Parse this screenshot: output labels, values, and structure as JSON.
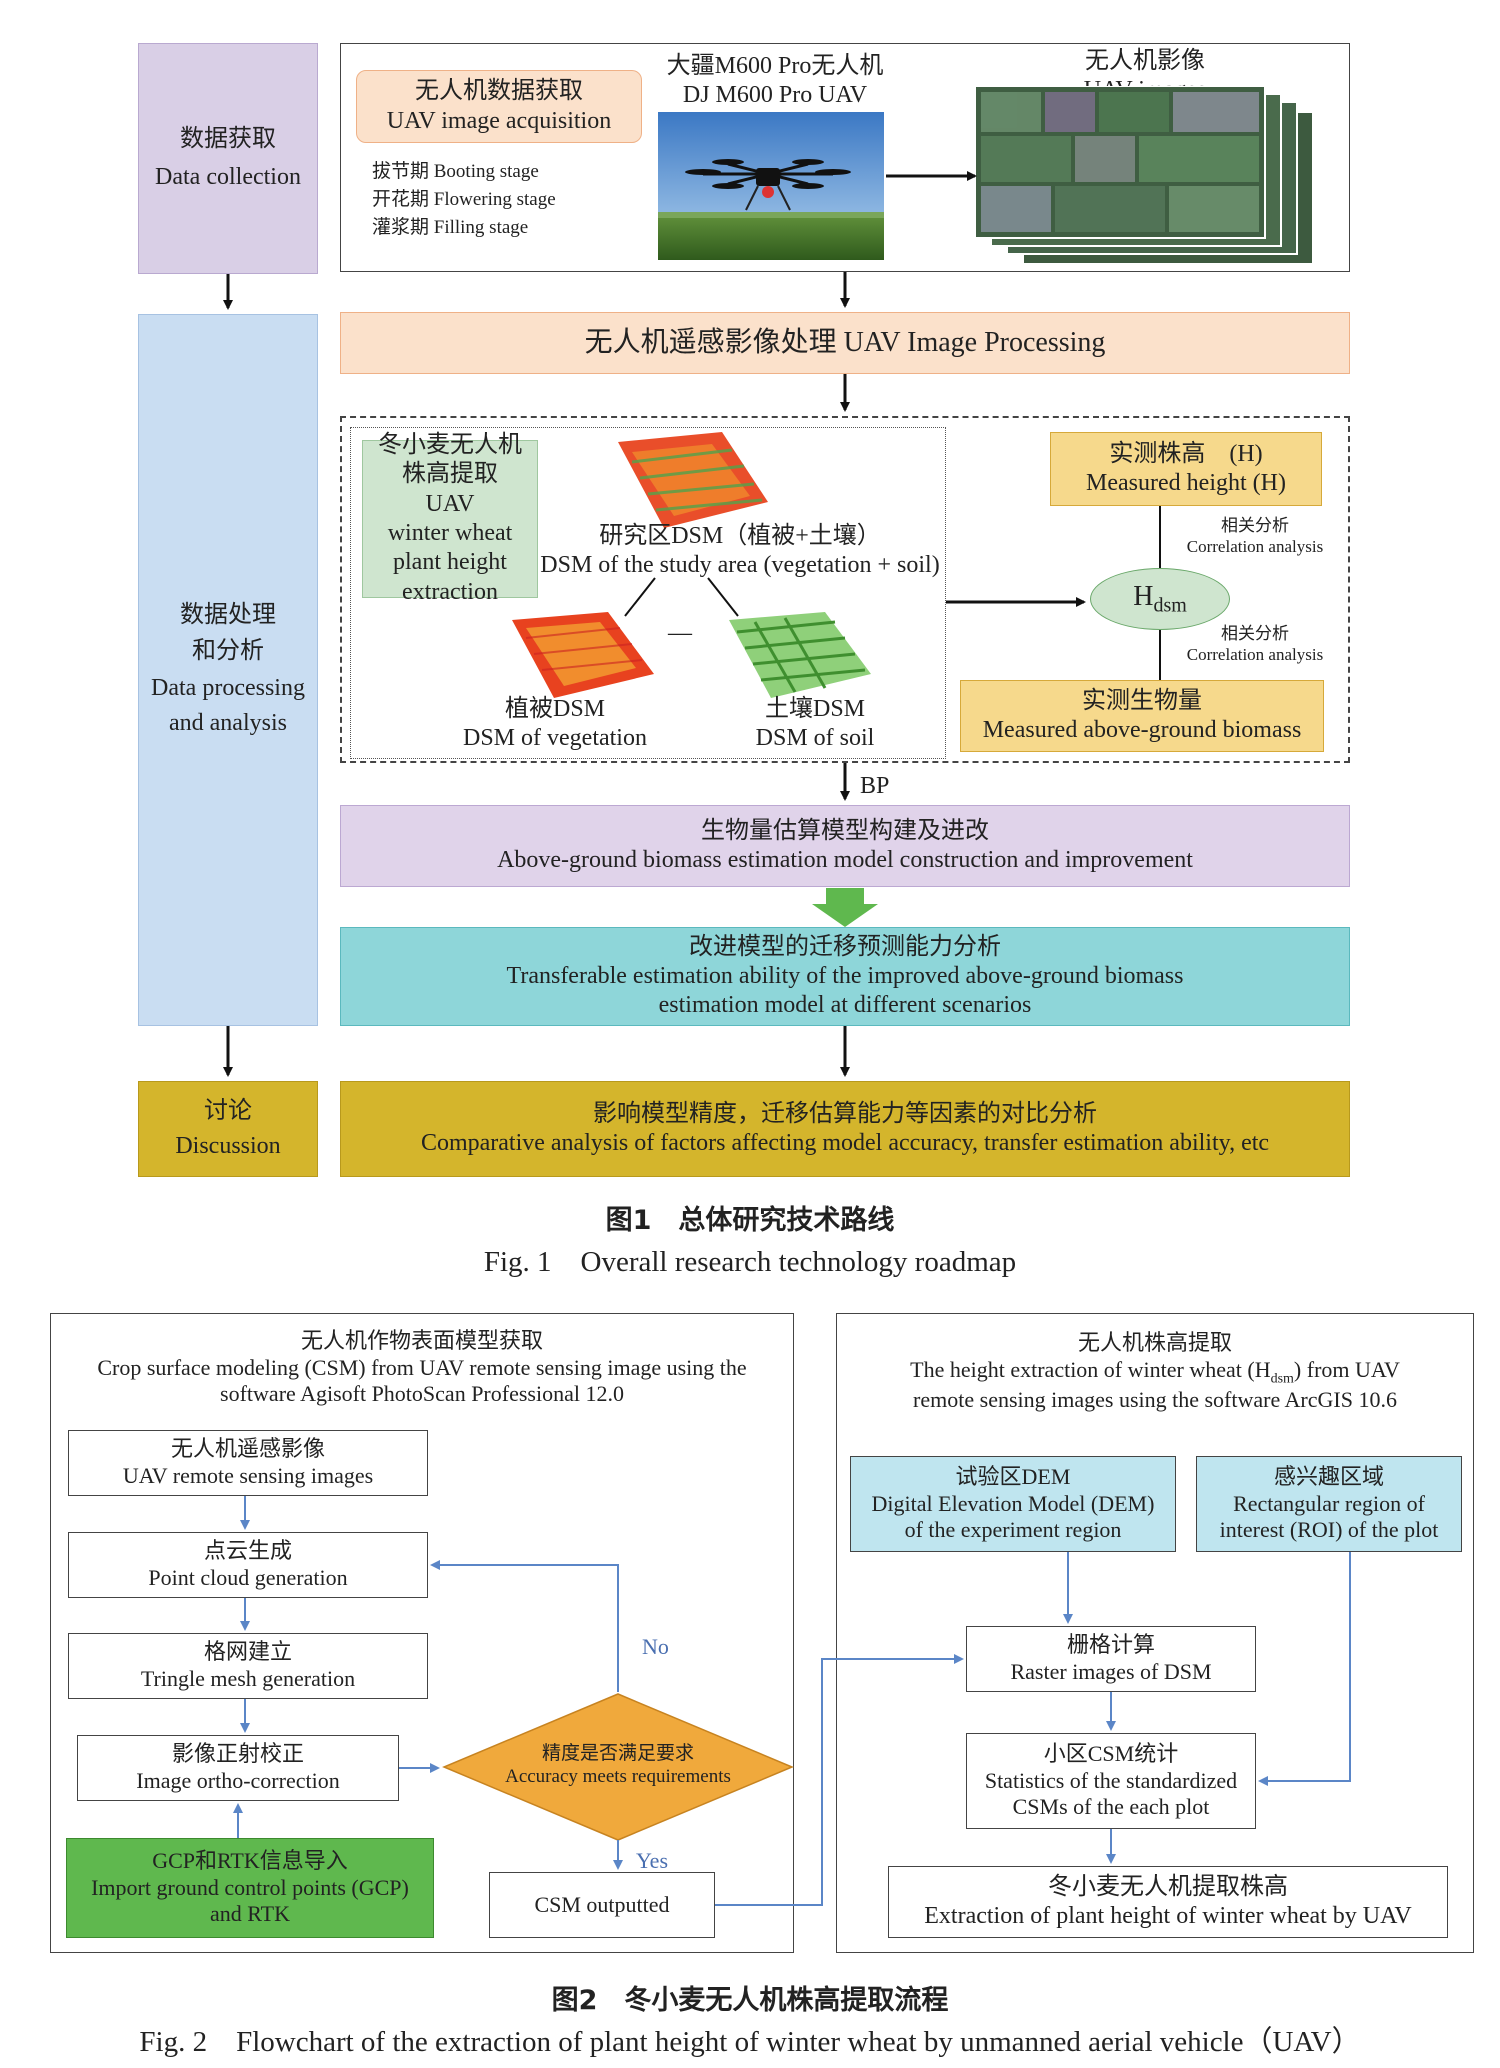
{
  "fig1": {
    "left_col": {
      "collection": {
        "zh": "数据获取",
        "en": "Data collection"
      },
      "processing": {
        "zh1": "数据处理",
        "zh2": "和分析",
        "en1": "Data processing",
        "en2": "and analysis"
      },
      "discussion": {
        "zh": "讨论",
        "en": "Discussion"
      }
    },
    "acq": {
      "zh": "无人机数据获取",
      "en": "UAV image acquisition"
    },
    "stages": [
      "拔节期 Booting stage",
      "开花期 Flowering stage",
      "灌浆期 Filling stage"
    ],
    "uav": {
      "zh": "大疆M600 Pro无人机",
      "en": "DJ M600 Pro UAV"
    },
    "images": {
      "zh": "无人机影像",
      "en": "UAV images"
    },
    "processing_bar": "无人机遥感影像处理 UAV Image Processing",
    "height_box": {
      "l1": "冬小麦无人机",
      "l2": "株高提取",
      "l3": "UAV",
      "l4": "winter wheat",
      "l5": "plant height",
      "l6": "extraction"
    },
    "dsm_area": {
      "zh": "研究区DSM（植被+土壤）",
      "en": "DSM of the study area (vegetation + soil)"
    },
    "dsm_veg": {
      "zh": "植被DSM",
      "en": "DSM of vegetation"
    },
    "dsm_soil": {
      "zh": "土壤DSM",
      "en": "DSM of soil"
    },
    "minus": "—",
    "measured_h": {
      "zh": "实测株高　(H)",
      "en": "Measured height (H)"
    },
    "corr1": {
      "zh": "相关分析",
      "en": "Correlation analysis"
    },
    "hdsm": {
      "main": "H",
      "sub": "dsm"
    },
    "corr2": {
      "zh": "相关分析",
      "en": "Correlation analysis"
    },
    "measured_b": {
      "zh": "实测生物量",
      "en": "Measured above-ground biomass"
    },
    "bp": "BP",
    "model": {
      "zh": "生物量估算模型构建及进改",
      "en": "Above-ground biomass estimation model construction and improvement"
    },
    "transfer": {
      "zh": "改进模型的迁移预测能力分析",
      "en1": "Transferable estimation ability of the improved above-ground biomass",
      "en2": "estimation model at different scenarios"
    },
    "compare": {
      "zh": "影响模型精度，迁移估算能力等因素的对比分析",
      "en": "Comparative analysis of factors affecting model accuracy, transfer estimation ability, etc"
    },
    "caption_zh": "图1　总体研究技术路线",
    "caption_en": "Fig. 1　Overall research technology roadmap"
  },
  "fig2": {
    "left_title": {
      "zh": "无人机作物表面模型获取",
      "en1": "Crop surface modeling (CSM) from UAV remote sensing image using the",
      "en2": "software Agisoft PhotoScan Professional 12.0"
    },
    "rs_images": {
      "zh": "无人机遥感影像",
      "en": "UAV remote sensing images"
    },
    "point_cloud": {
      "zh": "点云生成",
      "en": "Point cloud generation"
    },
    "mesh": {
      "zh": "格网建立",
      "en": "Tringle mesh generation"
    },
    "ortho": {
      "zh": "影像正射校正",
      "en": "Image ortho-correction"
    },
    "gcp": {
      "zh": "GCP和RTK信息导入",
      "en1": "Import ground control points (GCP)",
      "en2": "and RTK"
    },
    "accuracy": {
      "zh": "精度是否满足要求",
      "en": "Accuracy meets requirements"
    },
    "no": "No",
    "yes": "Yes",
    "csm_out": "CSM outputted",
    "right_title": {
      "zh": "无人机株高提取",
      "en1a": "The height extraction of winter wheat (H",
      "en1sub": "dsm",
      "en1b": ") from UAV",
      "en2": "remote sensing images using the software ArcGIS 10.6"
    },
    "dem": {
      "zh": "试验区DEM",
      "en1": "Digital Elevation Model (DEM)",
      "en2": "of the experiment region"
    },
    "roi": {
      "zh": "感兴趣区域",
      "en1": "Rectangular region of",
      "en2": "interest (ROI) of the plot"
    },
    "raster": {
      "zh": "栅格计算",
      "en": "Raster images of DSM"
    },
    "stats": {
      "zh": "小区CSM统计",
      "en1": "Statistics of the standardized",
      "en2": "CSMs of the each plot"
    },
    "final": {
      "zh": "冬小麦无人机提取株高",
      "en": "Extraction of plant height of winter wheat by UAV"
    },
    "caption_zh": "图2　冬小麦无人机株高提取流程",
    "caption_en": "Fig. 2　Flowchart of the extraction of plant height of winter wheat by unmanned aerial vehicle（UAV）"
  },
  "colors": {
    "lavender": "#d9cfe6",
    "blue_light": "#c9ddf2",
    "gold": "#d4b52c",
    "orange_light": "#fbe1cb",
    "orange_border": "#efb187",
    "purple_light": "#e0d3ea",
    "teal": "#8ed6d9",
    "green": "#5fb84e",
    "green_light": "#cfe5cf",
    "yellow": "#f6d98c",
    "sky": "#bfe5ef",
    "diamond": "#f0a93c",
    "blue_line": "#5b86c7"
  }
}
